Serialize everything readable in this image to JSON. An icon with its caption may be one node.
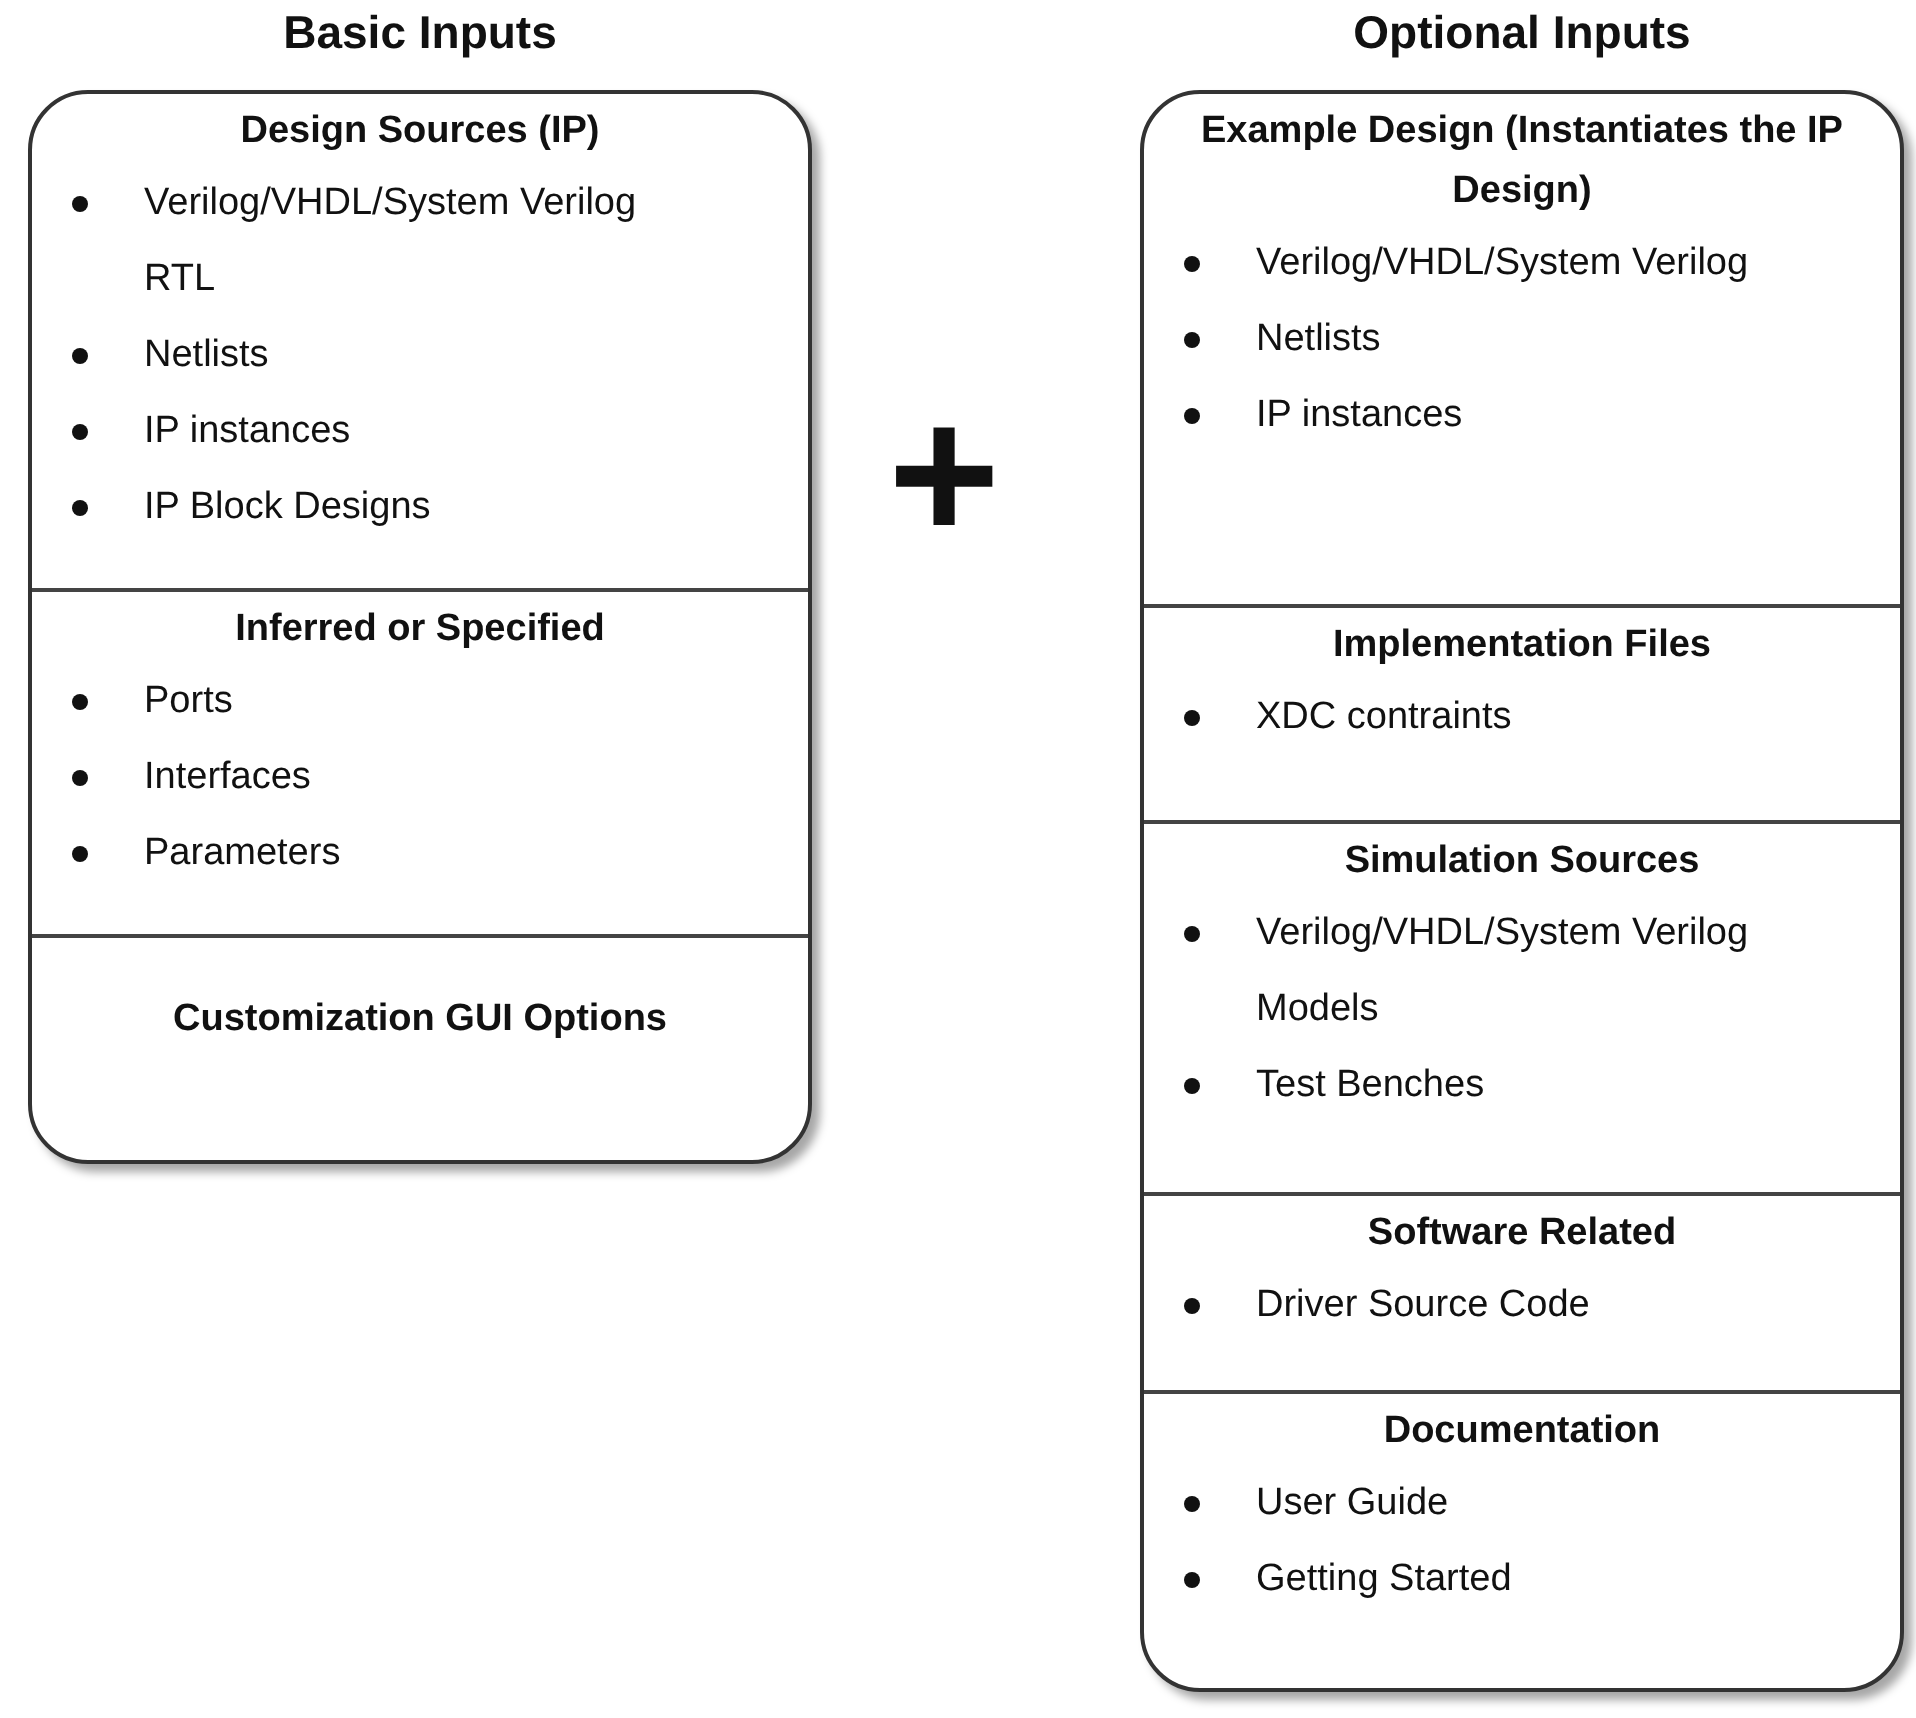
{
  "diagram": {
    "nodes": [
      {
        "text": [
          "Basic Inputs"
        ]
      },
      {
        "text": [
          "Design Sources (IP)",
          "Verilog/VHDL/System Verilog RTL",
          "Netlists",
          "IP instances",
          "IP Block Designs"
        ],
        "in": 0
      },
      {
        "text": [
          "Inferred or Specified",
          "Ports",
          "Interfaces",
          "Parameters"
        ],
        "in": 0
      },
      {
        "text": [
          "Customization GUI Options"
        ],
        "in": 0
      },
      {
        "text": [
          "Optional Inputs"
        ]
      },
      {
        "text": [
          "Example Design (Instantiates the IP Design)",
          "Verilog/VHDL/System Verilog",
          "Netlists",
          "IP instances"
        ],
        "in": 4
      },
      {
        "text": [
          "Implementation Files",
          "XDC contraints"
        ],
        "in": 4
      },
      {
        "text": [
          "Simulation Sources",
          "Verilog/VHDL/System Verilog Models",
          "Test Benches"
        ],
        "in": 4
      },
      {
        "text": [
          "Software Related",
          "Driver Source Code"
        ],
        "in": 4
      },
      {
        "text": [
          "Documentation",
          "User Guide",
          "Getting Started"
        ],
        "in": 4
      }
    ],
    "edges": [],
    "labels": [
      "+"
    ]
  }
}
